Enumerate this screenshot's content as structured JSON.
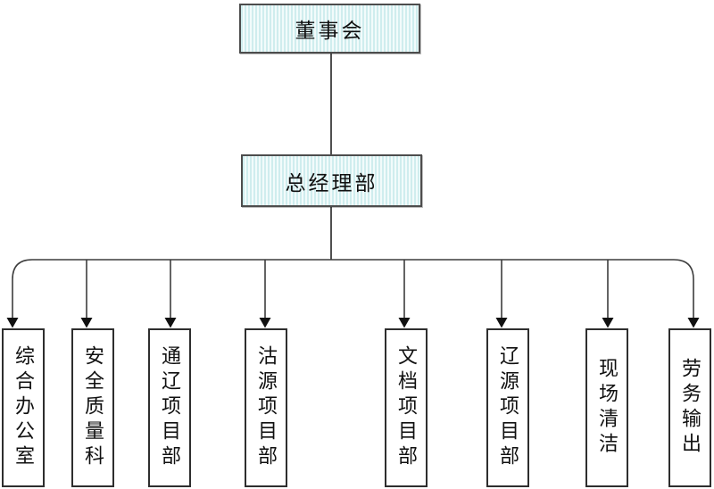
{
  "chart": {
    "type": "org-chart",
    "root": {
      "label": "董事会"
    },
    "manager": {
      "label": "总经理部"
    },
    "departments": [
      {
        "label": "综合办公室"
      },
      {
        "label": "安全质量科"
      },
      {
        "label": "通辽项目部"
      },
      {
        "label": "沽源项目部"
      },
      {
        "label": "文档项目部"
      },
      {
        "label": "辽源项目部"
      },
      {
        "label": "现场清洁"
      },
      {
        "label": "劳务输出"
      }
    ],
    "colors": {
      "node_fill_stripe_a": "#cfedee",
      "node_fill_stripe_b": "#f2fbfb",
      "node_border": "#4d4d4d",
      "dept_border": "#2e2e2e",
      "line": "#3d3d3d",
      "arrow": "#111111",
      "text": "#101010",
      "background": "#ffffff"
    }
  }
}
